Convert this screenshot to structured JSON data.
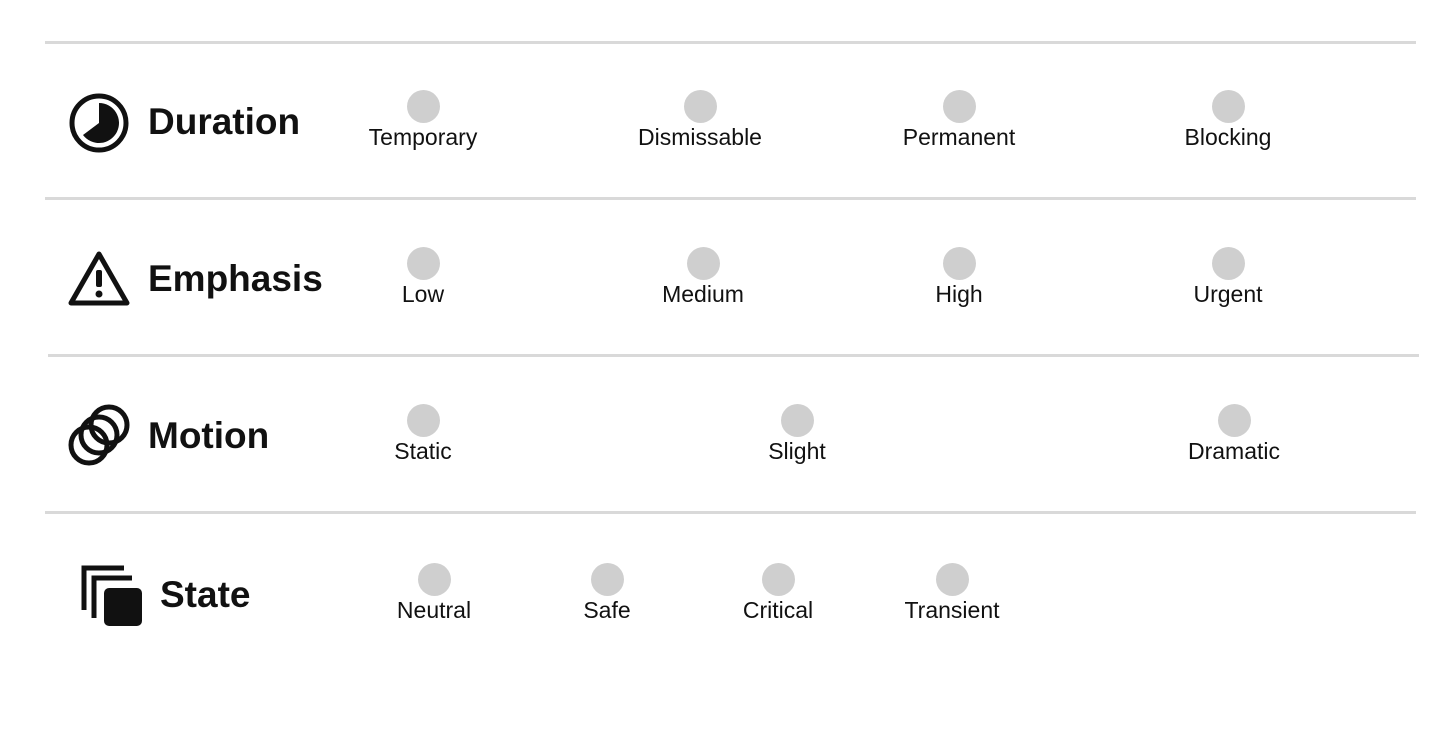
{
  "colors": {
    "divider": "#d9d9d9",
    "dot": "#cfcfcf",
    "text": "#111111"
  },
  "categories": [
    {
      "label": "Duration",
      "icon": "duration-clock-icon",
      "options": [
        "Temporary",
        "Dismissable",
        "Permanent",
        "Blocking"
      ]
    },
    {
      "label": "Emphasis",
      "icon": "warning-triangle-icon",
      "options": [
        "Low",
        "Medium",
        "High",
        "Urgent"
      ]
    },
    {
      "label": "Motion",
      "icon": "motion-rings-icon",
      "options": [
        "Static",
        "Slight",
        "Dramatic"
      ]
    },
    {
      "label": "State",
      "icon": "layered-squares-icon",
      "options": [
        "Neutral",
        "Safe",
        "Critical",
        "Transient"
      ]
    }
  ]
}
